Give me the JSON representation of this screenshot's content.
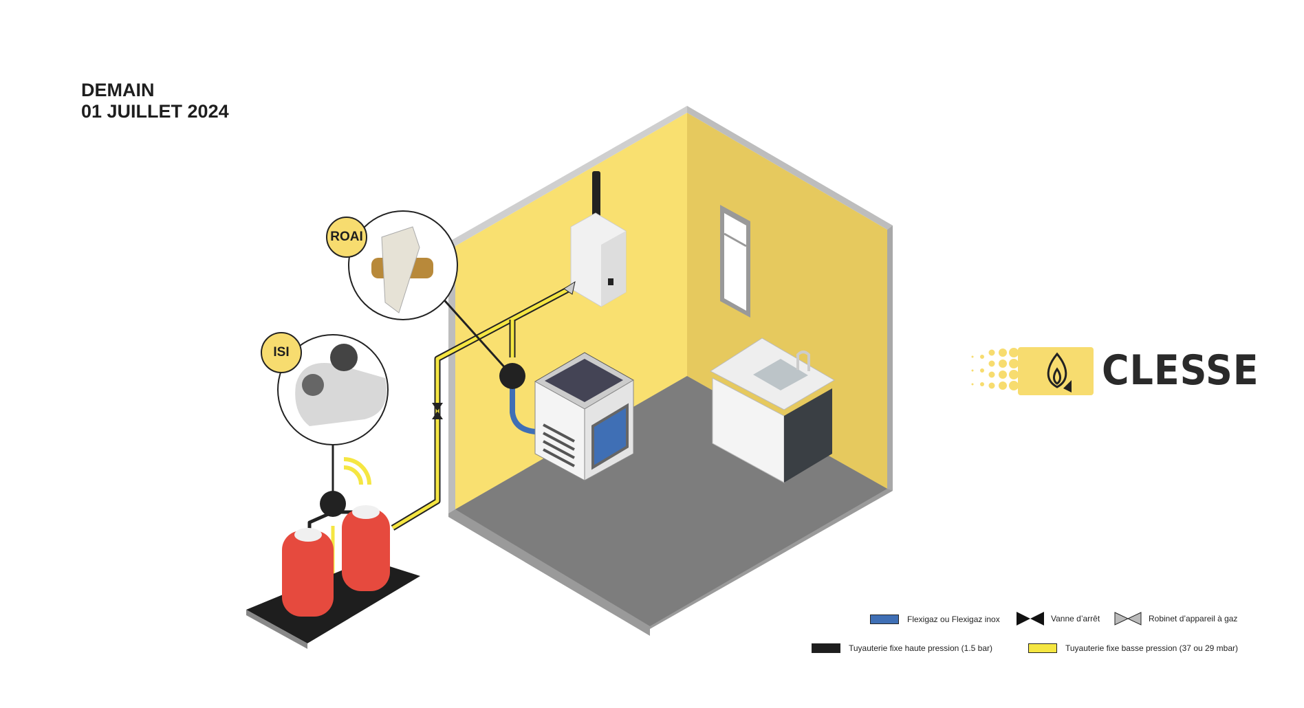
{
  "header": {
    "line1": "DEMAIN",
    "line2": "01 JUILLET 2024"
  },
  "badges": {
    "roai": "ROAI",
    "isi": "ISI"
  },
  "logo": {
    "text": "CLESSE",
    "icon": "flame-icon",
    "color": "#f7dc6f"
  },
  "legend": {
    "flexigaz": {
      "label": "Flexigaz ou Flexigaz inox",
      "color": "#3f6fb5"
    },
    "vanne": {
      "label": "Vanne d’arrêt"
    },
    "robinet": {
      "label": "Robinet d’appareil à gaz"
    },
    "haute": {
      "label": "Tuyauterie fixe haute pression (1.5 bar)",
      "color": "#1e1e1e"
    },
    "basse": {
      "label": "Tuyauterie fixe basse pression (37 ou 29 mbar)",
      "color": "#f5e642"
    }
  }
}
